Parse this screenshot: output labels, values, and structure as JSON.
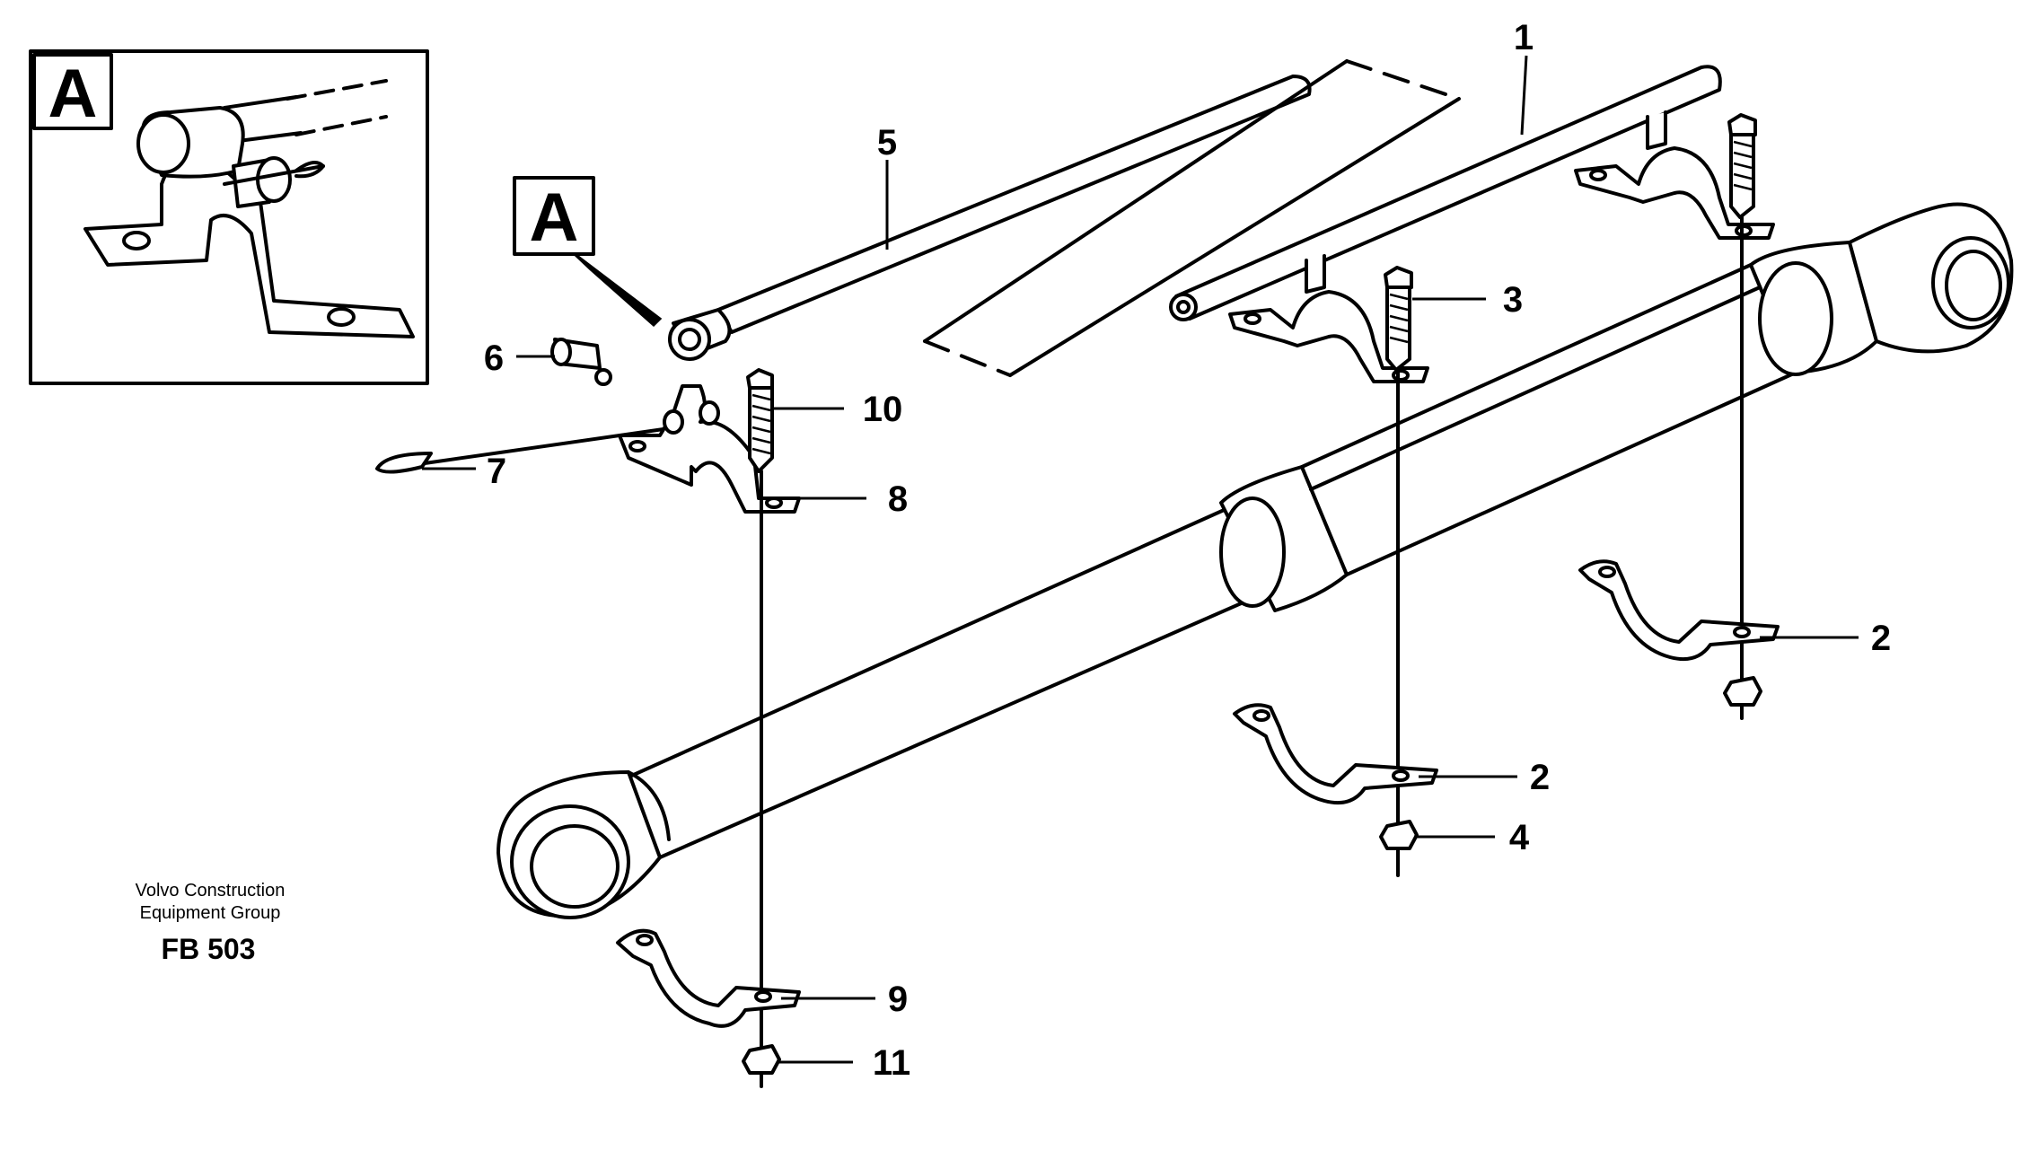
{
  "inset": {
    "marker": "A"
  },
  "callout": {
    "marker": "A"
  },
  "labels": {
    "p1": "1",
    "p2a": "2",
    "p2b": "2",
    "p3": "3",
    "p4": "4",
    "p5": "5",
    "p6": "6",
    "p7": "7",
    "p8": "8",
    "p9": "9",
    "p10": "10",
    "p11": "11"
  },
  "footer": {
    "line1": "Volvo Construction",
    "line2": "Equipment Group",
    "code": "FB 503"
  }
}
